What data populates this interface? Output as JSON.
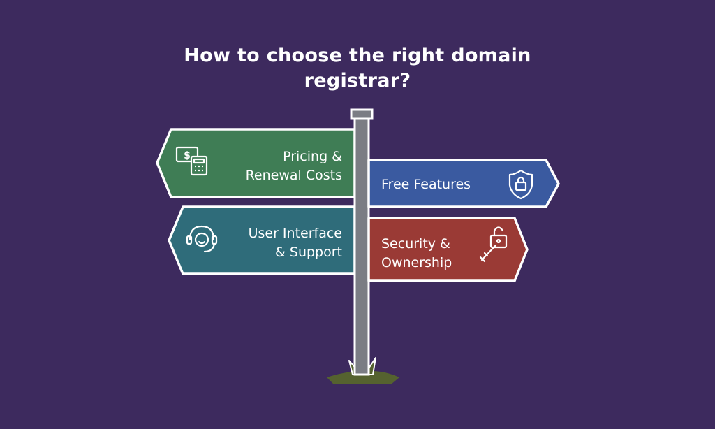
{
  "title": {
    "line1": "How to choose the right domain",
    "line2": "registrar?"
  },
  "signs": [
    {
      "line1": "Pricing &",
      "line2": "Renewal Costs",
      "icon": "money-calculator-icon",
      "color": "#3f7d55",
      "direction": "left"
    },
    {
      "line1": "Free Features",
      "icon": "shield-lock-icon",
      "color": "#3a5aa0",
      "direction": "right"
    },
    {
      "line1": "User Interface",
      "line2": "& Support",
      "icon": "headset-support-icon",
      "color": "#2f6c7a",
      "direction": "left"
    },
    {
      "line1": "Security &",
      "line2": "Ownership",
      "icon": "key-padlock-icon",
      "color": "#9a3a35",
      "direction": "right"
    }
  ],
  "colors": {
    "background": "#3d2a5e",
    "outline": "#ffffff",
    "post": "#7b7d84",
    "grass": "#55622f"
  }
}
